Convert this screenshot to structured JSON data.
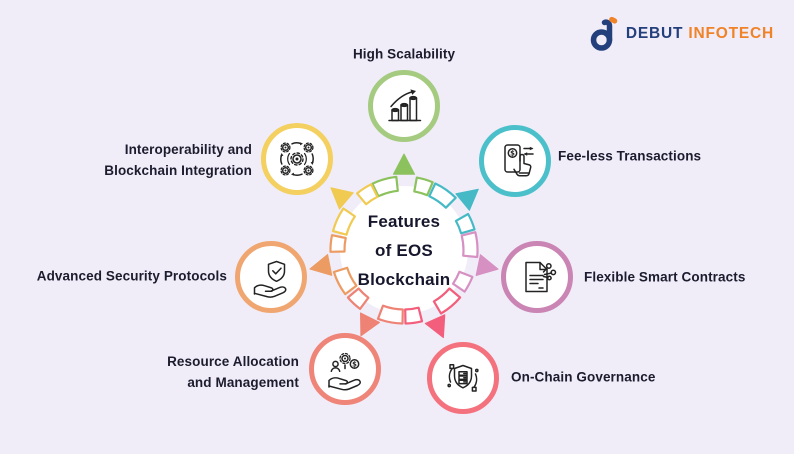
{
  "logo": {
    "brand_primary": "DEBUT",
    "brand_secondary": "INFOTECH",
    "primary_color": "#24407c",
    "secondary_color": "#f08227"
  },
  "center": {
    "title": "Features\nof EOS\nBlockchain"
  },
  "features": [
    {
      "id": "high-scalability",
      "label": "High Scalability",
      "icon": "bar-chart-growth-icon",
      "ring_color": "#a5cb80",
      "arrow_color": "#8cc25d"
    },
    {
      "id": "fee-less-transactions",
      "label": "Fee-less Transactions",
      "icon": "mobile-payment-icon",
      "ring_color": "#4cc0ca",
      "arrow_color": "#45bac6"
    },
    {
      "id": "flexible-smart-contracts",
      "label": "Flexible Smart Contracts",
      "icon": "smart-contract-document-icon",
      "ring_color": "#ca85b4",
      "arrow_color": "#d691c2"
    },
    {
      "id": "on-chain-governance",
      "label": "On-Chain Governance",
      "icon": "shield-blocks-icon",
      "ring_color": "#f4727e",
      "arrow_color": "#f25e7b"
    },
    {
      "id": "resource-allocation-and-management",
      "label": "Resource Allocation\nand Management",
      "icon": "hand-resources-icon",
      "ring_color": "#ef8478",
      "arrow_color": "#ee8274"
    },
    {
      "id": "advanced-security-protocols",
      "label": "Advanced Security Protocols",
      "icon": "hand-shield-check-icon",
      "ring_color": "#f0a671",
      "arrow_color": "#ec9c62"
    },
    {
      "id": "interoperability-and-blockchain-integration",
      "label": "Interoperability and\nBlockchain Integration",
      "icon": "connected-gears-icon",
      "ring_color": "#f3d05f",
      "arrow_color": "#f1ca52"
    }
  ],
  "colors": {
    "background": "#f0edf9",
    "center_circle": "#ffffff",
    "text": "#1c1c2e"
  }
}
